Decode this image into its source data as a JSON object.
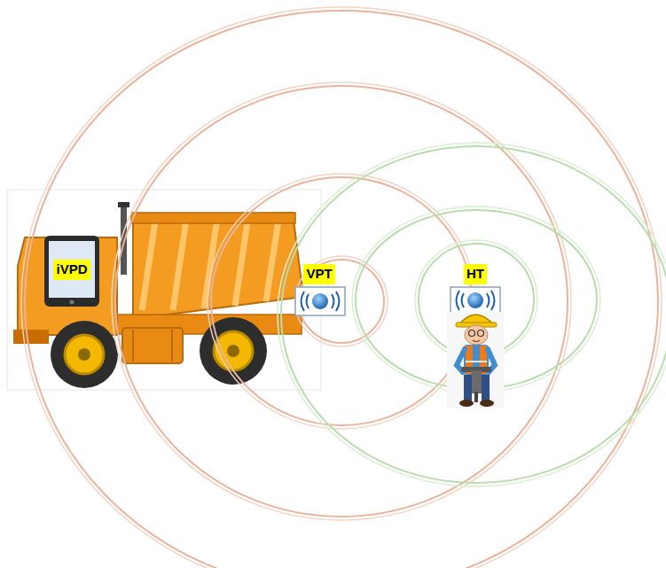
{
  "diagram": {
    "nodes": [
      {
        "text": [
          "iVPD"
        ]
      },
      {
        "text": [
          "VPT"
        ]
      },
      {
        "text": [
          "HT"
        ]
      }
    ]
  }
}
